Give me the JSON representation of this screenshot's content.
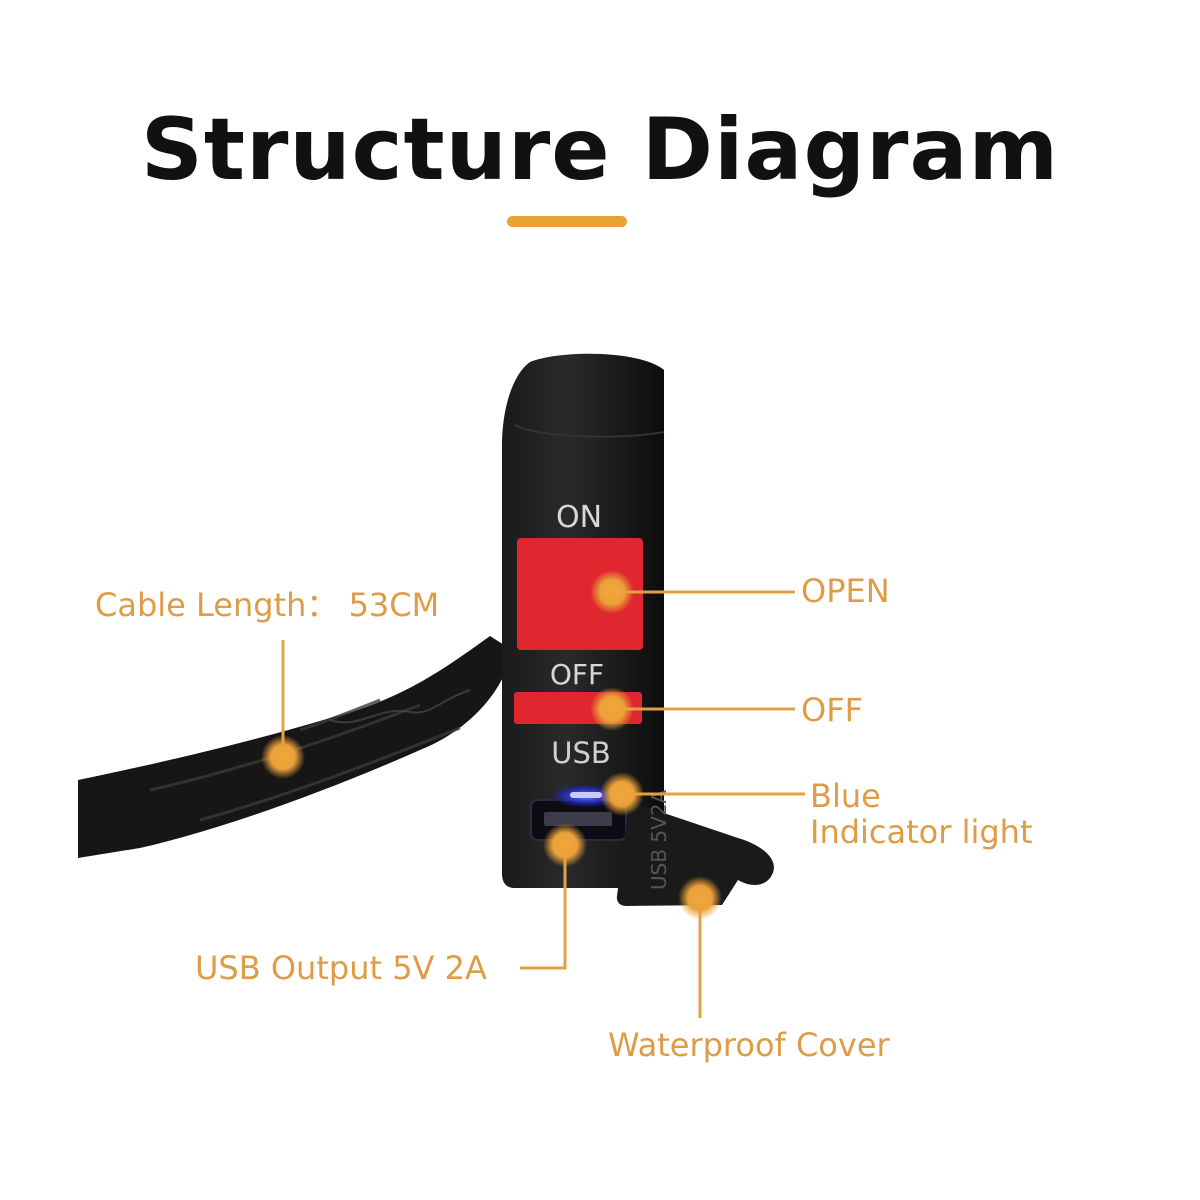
{
  "title": "Structure Diagram",
  "colors": {
    "accent": "#e8a236",
    "label": "#df9c46",
    "switch_red": "#e0262e",
    "body_black": "#111111",
    "indicator_blue": "#3a4bff"
  },
  "device_text": {
    "on": "ON",
    "off": "OFF",
    "usb": "USB",
    "cover_engraving": "USB 5V2A"
  },
  "callouts": {
    "cable_length": "Cable Length：  53CM",
    "open": "OPEN",
    "off": "OFF",
    "blue_line1": "Blue",
    "blue_line2": "Indicator light",
    "usb_output": "USB Output 5V 2A",
    "waterproof_cover": "Waterproof Cover"
  }
}
